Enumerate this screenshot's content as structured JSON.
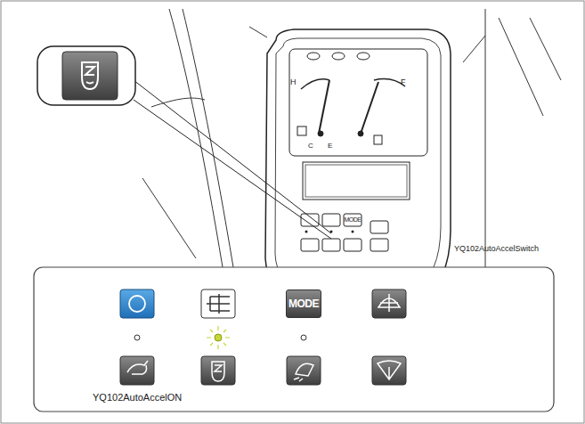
{
  "diagram": {
    "nodes": [
      {
        "text": [
          "YQ102AutoAccelON"
        ]
      },
      {
        "text": [
          "MODE"
        ],
        "in": 0
      }
    ],
    "labels": [
      "H",
      "C",
      "E",
      "F",
      "MODE",
      "YQ102AutoAccelSwitch"
    ]
  }
}
